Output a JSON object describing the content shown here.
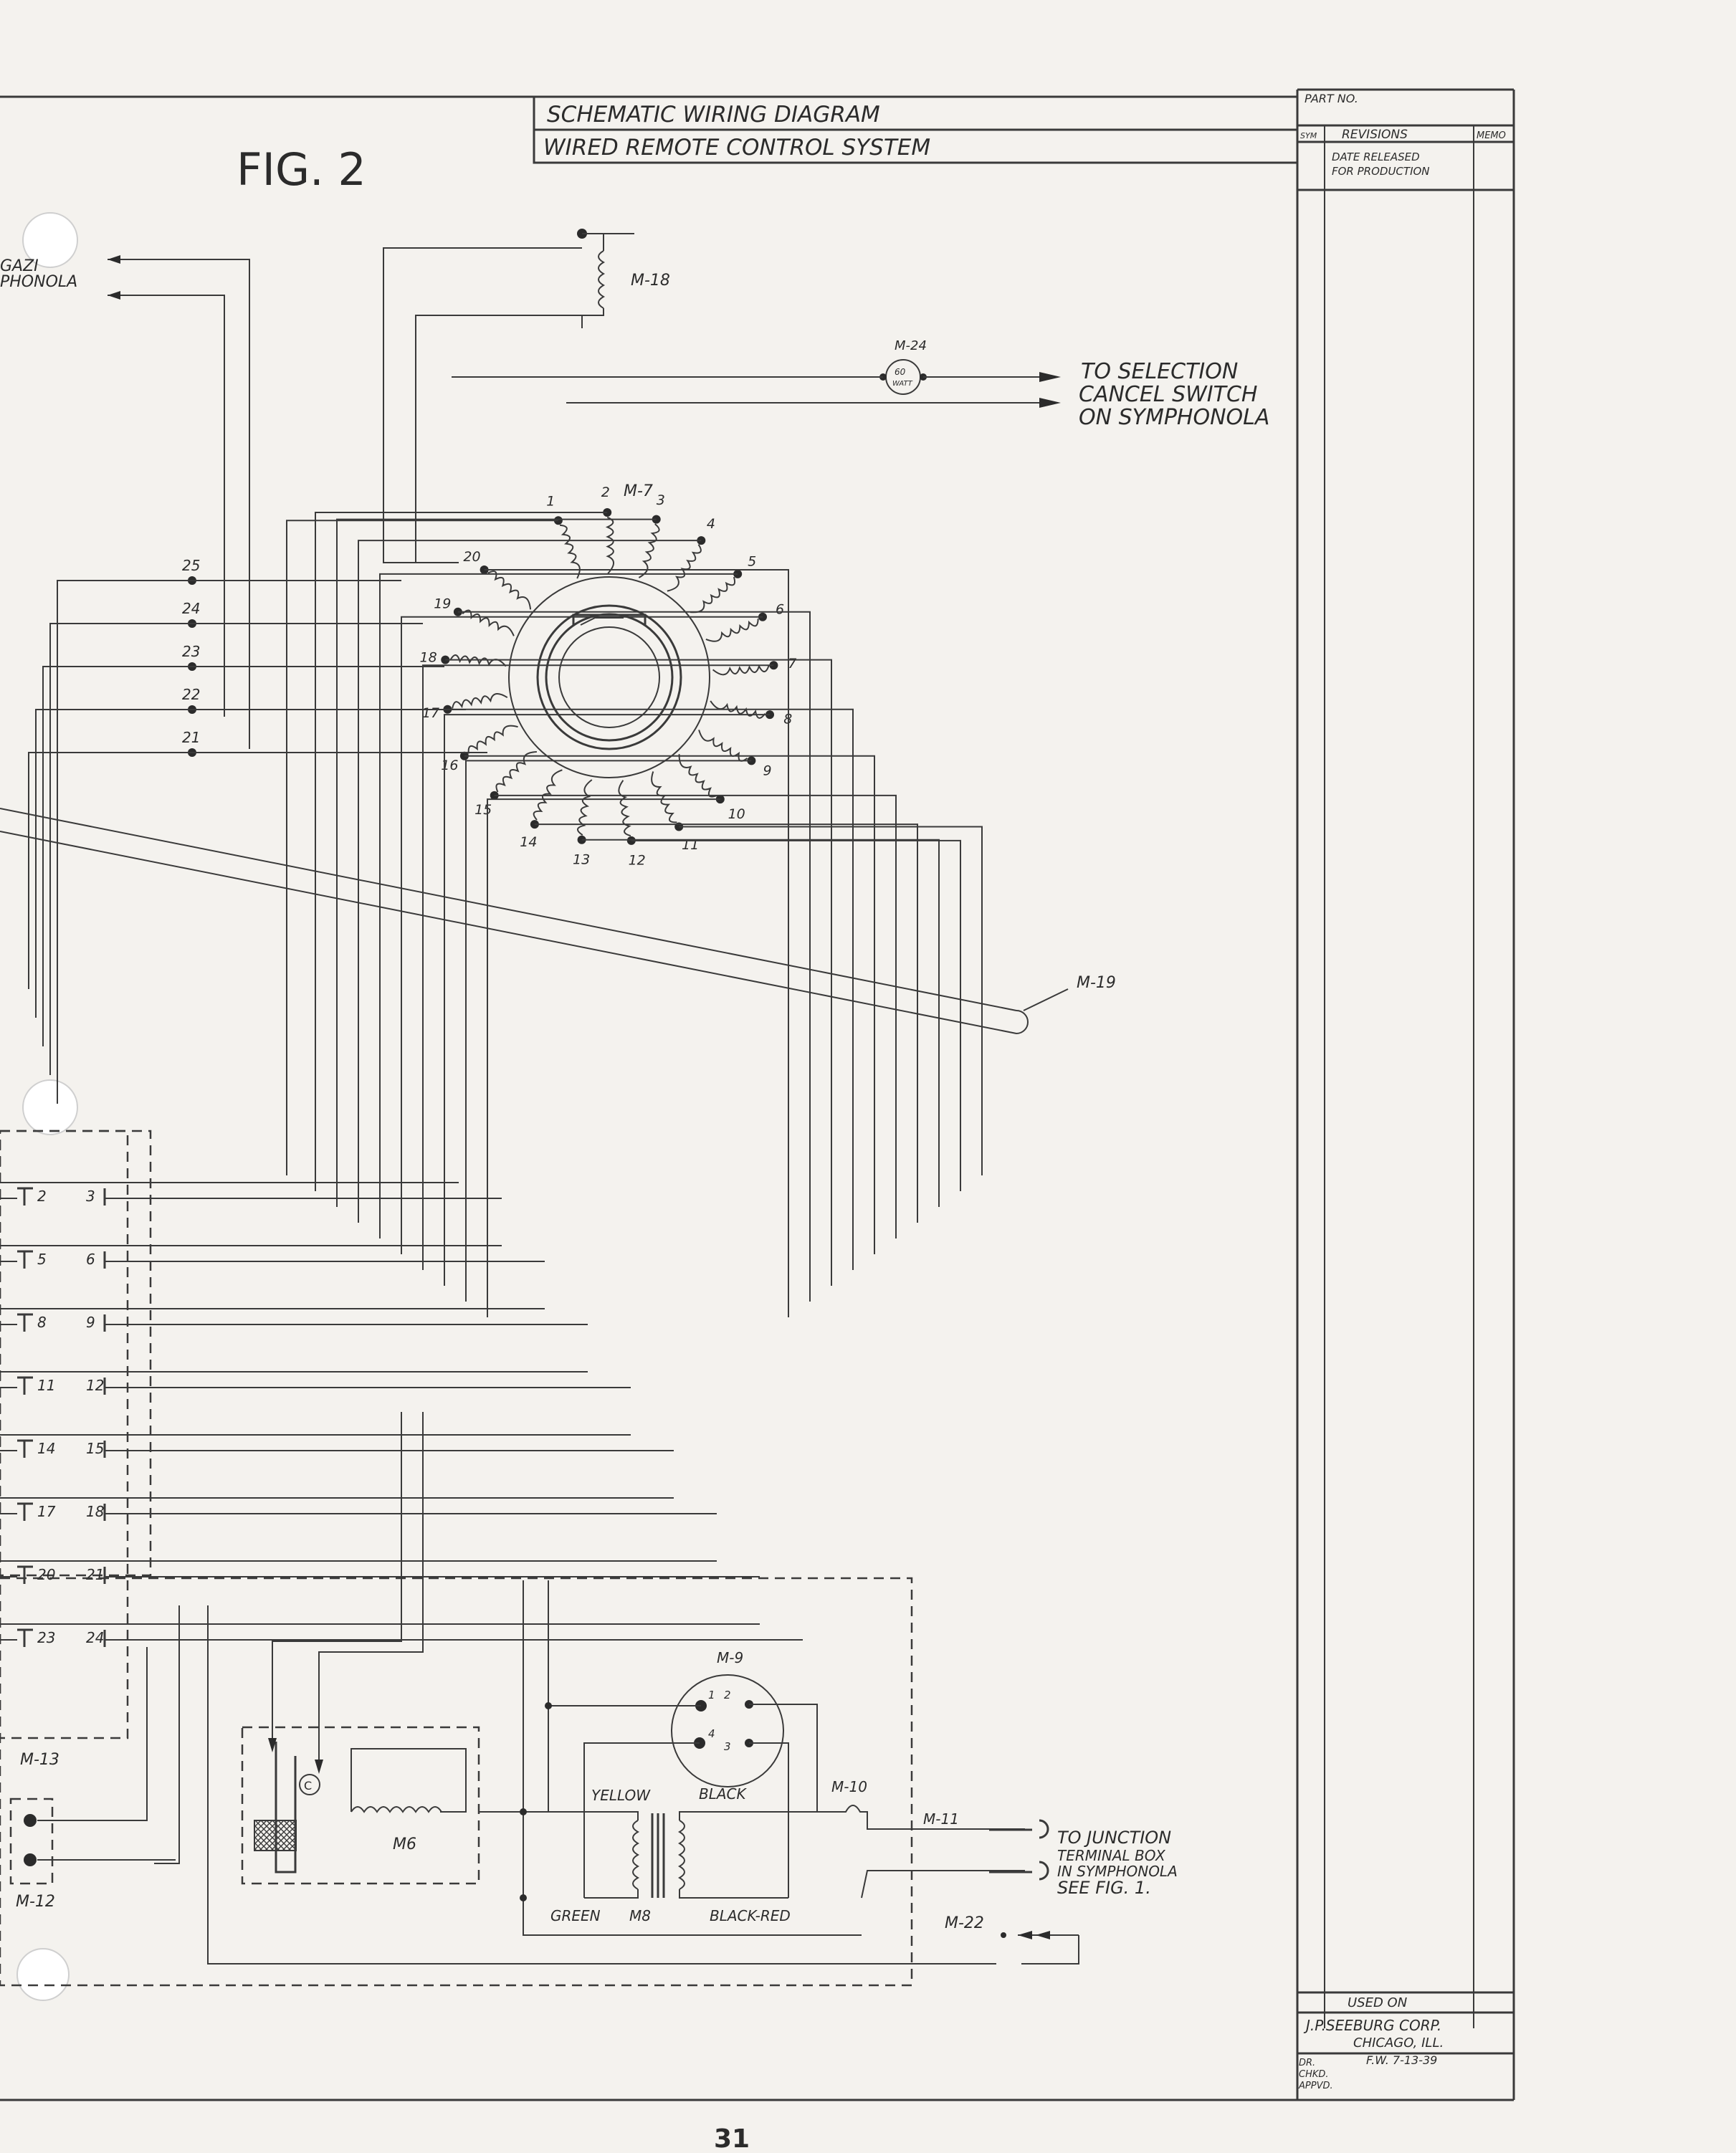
{
  "title_block": {
    "line1": "SCHEMATIC WIRING DIAGRAM",
    "line2": "WIRED REMOTE CONTROL SYSTEM",
    "part_no_label": "PART NO.",
    "revisions_label": "REVISIONS",
    "sym_label": "SYM",
    "memo_label": "MEMO",
    "revision_note_1": "DATE RELEASED",
    "revision_note_2": "FOR PRODUCTION",
    "used_on": "USED ON",
    "company": "J.P.SEEBURG CORP.",
    "city": "CHICAGO, ILL.",
    "dr_label": "DR.",
    "chkd_label": "CHKD.",
    "appvd_label": "APPVD.",
    "dr_value": "F.W. 7-13-39"
  },
  "figure_label": "FIG. 2",
  "page_number": "31",
  "left_labels": {
    "magazine": "GAZI",
    "symphonola": "PHONOLA"
  },
  "components": {
    "m18": "M-18",
    "m24": "M-24",
    "m24_rating_1": "60",
    "m24_rating_2": "WATT",
    "m7": "M-7",
    "m19": "M-19",
    "m9": "M-9",
    "m10": "M-10",
    "m11": "M-11",
    "m22": "M-22",
    "m6": "M6",
    "m8": "M8",
    "m13": "M-13",
    "m12": "M-12",
    "c": "C"
  },
  "notes": {
    "selection_1": "TO SELECTION",
    "selection_2": "CANCEL SWITCH",
    "selection_3": "ON SYMPHONOLA",
    "junction_1": "TO JUNCTION",
    "junction_2": "TERMINAL BOX",
    "junction_3": "IN SYMPHONOLA",
    "junction_4": "SEE FIG. 1."
  },
  "wire_colors": {
    "yellow": "YELLOW",
    "black": "BLACK",
    "green": "GREEN",
    "black_red": "BLACK-RED"
  },
  "m9_terminals": [
    "1",
    "2",
    "4",
    "3"
  ],
  "coil_numbers": [
    "1",
    "2",
    "3",
    "4",
    "5",
    "6",
    "7",
    "8",
    "9",
    "10",
    "11",
    "12",
    "13",
    "14",
    "15",
    "16",
    "17",
    "18",
    "19",
    "20"
  ],
  "terminal_numbers": [
    "25",
    "24",
    "23",
    "22",
    "21"
  ],
  "switch_rows": [
    {
      "a": "2",
      "b": "3"
    },
    {
      "a": "5",
      "b": "6"
    },
    {
      "a": "8",
      "b": "9"
    },
    {
      "a": "11",
      "b": "12"
    },
    {
      "a": "14",
      "b": "15"
    },
    {
      "a": "17",
      "b": "18"
    },
    {
      "a": "20",
      "b": "21"
    },
    {
      "a": "23",
      "b": "24"
    }
  ]
}
